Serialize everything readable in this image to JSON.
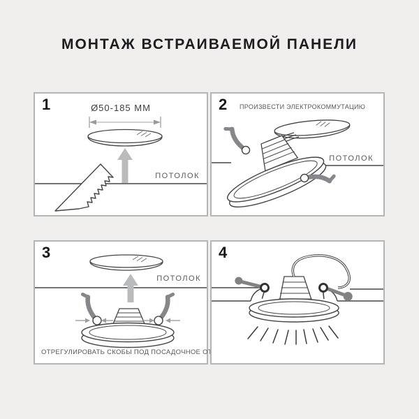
{
  "page": {
    "title": "МОНТАЖ ВСТРАИВАЕМОЙ ПАНЕЛИ",
    "background": "#f0efed"
  },
  "colors": {
    "panel_bg": "#ffffff",
    "panel_border": "#b5b5b5",
    "line_art": "#454545",
    "arrow_gray": "#b9bbbd",
    "spring_gray": "#85878a",
    "text_dark": "#1d1d1f",
    "text_muted": "#565656"
  },
  "steps": [
    {
      "number": "1",
      "caption": "",
      "labels": {
        "dimension": "Ø50-185 ММ",
        "ceiling": "ПОТОЛОК"
      },
      "drawing_elements": [
        "diameter-dimension",
        "panel-disc",
        "up-arrow",
        "ceiling-line",
        "hole-cutter"
      ]
    },
    {
      "number": "2",
      "caption": "ПРОИЗВЕСТИ ЭЛЕКТРОКОММУТАЦИЮ",
      "labels": {
        "ceiling": "ПОТОЛОК"
      },
      "drawing_elements": [
        "driver-disc",
        "connection-wires",
        "tilted-panel",
        "driver-box",
        "spring-clips",
        "ceiling-line"
      ]
    },
    {
      "number": "3",
      "caption": "ОТРЕГУЛИРОВАТЬ СКОБЫ ПОД ПОСАДОЧНОЕ ОТВЕРСТИЕ",
      "labels": {
        "ceiling": "ПОТОЛОК"
      },
      "drawing_elements": [
        "panel-disc",
        "up-arrow",
        "ceiling-line",
        "driver-box",
        "spring-clips",
        "adjust-arrows"
      ]
    },
    {
      "number": "4",
      "caption": "",
      "labels": {},
      "drawing_elements": [
        "ceiling-section",
        "installed-panel",
        "driver-box",
        "flat-spring-clips",
        "supply-wire",
        "light-rays"
      ]
    }
  ]
}
